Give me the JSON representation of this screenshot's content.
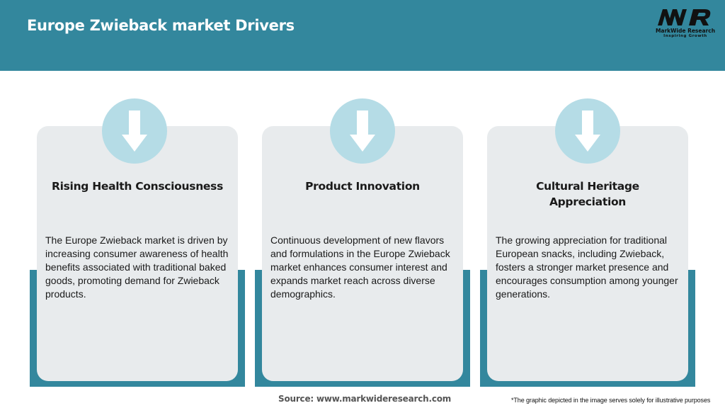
{
  "header": {
    "title": "Europe Zwieback market Drivers",
    "background_color": "#33879D"
  },
  "logo": {
    "mark": "MWR",
    "name": "MarkWide Research",
    "tagline": "Inspiring Growth"
  },
  "cards": [
    {
      "icon": "arrow-down-icon",
      "title": "Rising Health Consciousness",
      "text": "The Europe Zwieback market is driven by increasing consumer awareness of health benefits associated with traditional baked goods, promoting demand for Zwieback products."
    },
    {
      "icon": "arrow-down-icon",
      "title": "Product Innovation",
      "text": "Continuous development of new flavors and formulations in the Europe Zwieback market enhances consumer interest and expands market reach across diverse demographics."
    },
    {
      "icon": "arrow-down-icon",
      "title": "Cultural Heritage Appreciation",
      "text": "The growing appreciation for traditional European snacks, including Zwieback, fosters a stronger market presence and encourages consumption among younger generations."
    }
  ],
  "colors": {
    "accent": "#33879D",
    "card_bg": "#E8EBED",
    "icon_circle": "#B5DCE6"
  },
  "footer": {
    "source": "Source: www.markwideresearch.com",
    "disclaimer": "*The graphic depicted in the image serves solely for illustrative purposes"
  }
}
